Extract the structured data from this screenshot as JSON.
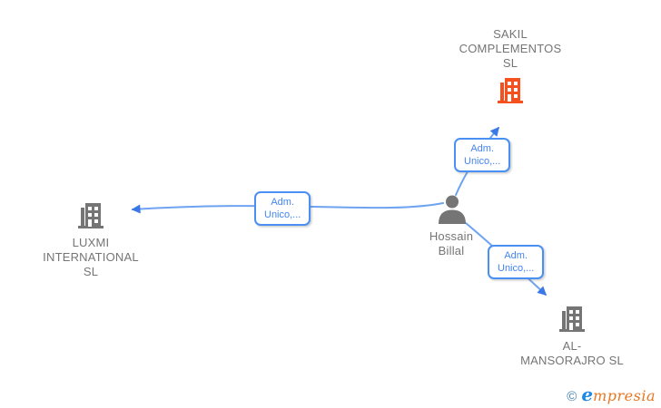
{
  "nodes": {
    "sakil": {
      "type": "company",
      "name": "SAKIL COMPLEMENTOS SL",
      "line1": "SAKIL",
      "line2": "COMPLEMENTOS",
      "line3": "SL",
      "icon": "building-icon",
      "color": "#f4511e"
    },
    "luxmi": {
      "type": "company",
      "name": "LUXMI INTERNATIONAL SL",
      "line1": "LUXMI",
      "line2": "INTERNATIONAL",
      "line3": "SL",
      "icon": "building-icon",
      "color": "#757575"
    },
    "almansorajro": {
      "type": "company",
      "name": "AL-MANSORAJRO SL",
      "line1": "AL-",
      "line2": "MANSORAJRO SL",
      "icon": "building-icon",
      "color": "#757575"
    },
    "person": {
      "type": "person",
      "name": "Hossain Billal",
      "line1": "Hossain",
      "line2": "Billal",
      "icon": "person-icon",
      "color": "#757575"
    }
  },
  "edges": [
    {
      "from": "Hossain Billal",
      "to": "LUXMI INTERNATIONAL SL",
      "role_line1": "Adm.",
      "role_line2": "Unico,..."
    },
    {
      "from": "Hossain Billal",
      "to": "SAKIL COMPLEMENTOS SL",
      "role_line1": "Adm.",
      "role_line2": "Unico,..."
    },
    {
      "from": "Hossain Billal",
      "to": "AL-MANSORAJRO SL",
      "role_line1": "Adm.",
      "role_line2": "Unico,..."
    }
  ],
  "colors": {
    "edge_line": "#6ea3f2",
    "arrowhead": "#3b78e7",
    "edge_label_text": "#4285f4",
    "edge_label_border": "#4a90f4",
    "node_text": "#757575",
    "company_highlight": "#f4511e",
    "company_default": "#757575"
  },
  "footer": {
    "copyright_symbol": "©",
    "brand_first": "e",
    "brand_rest": "mpresia"
  }
}
